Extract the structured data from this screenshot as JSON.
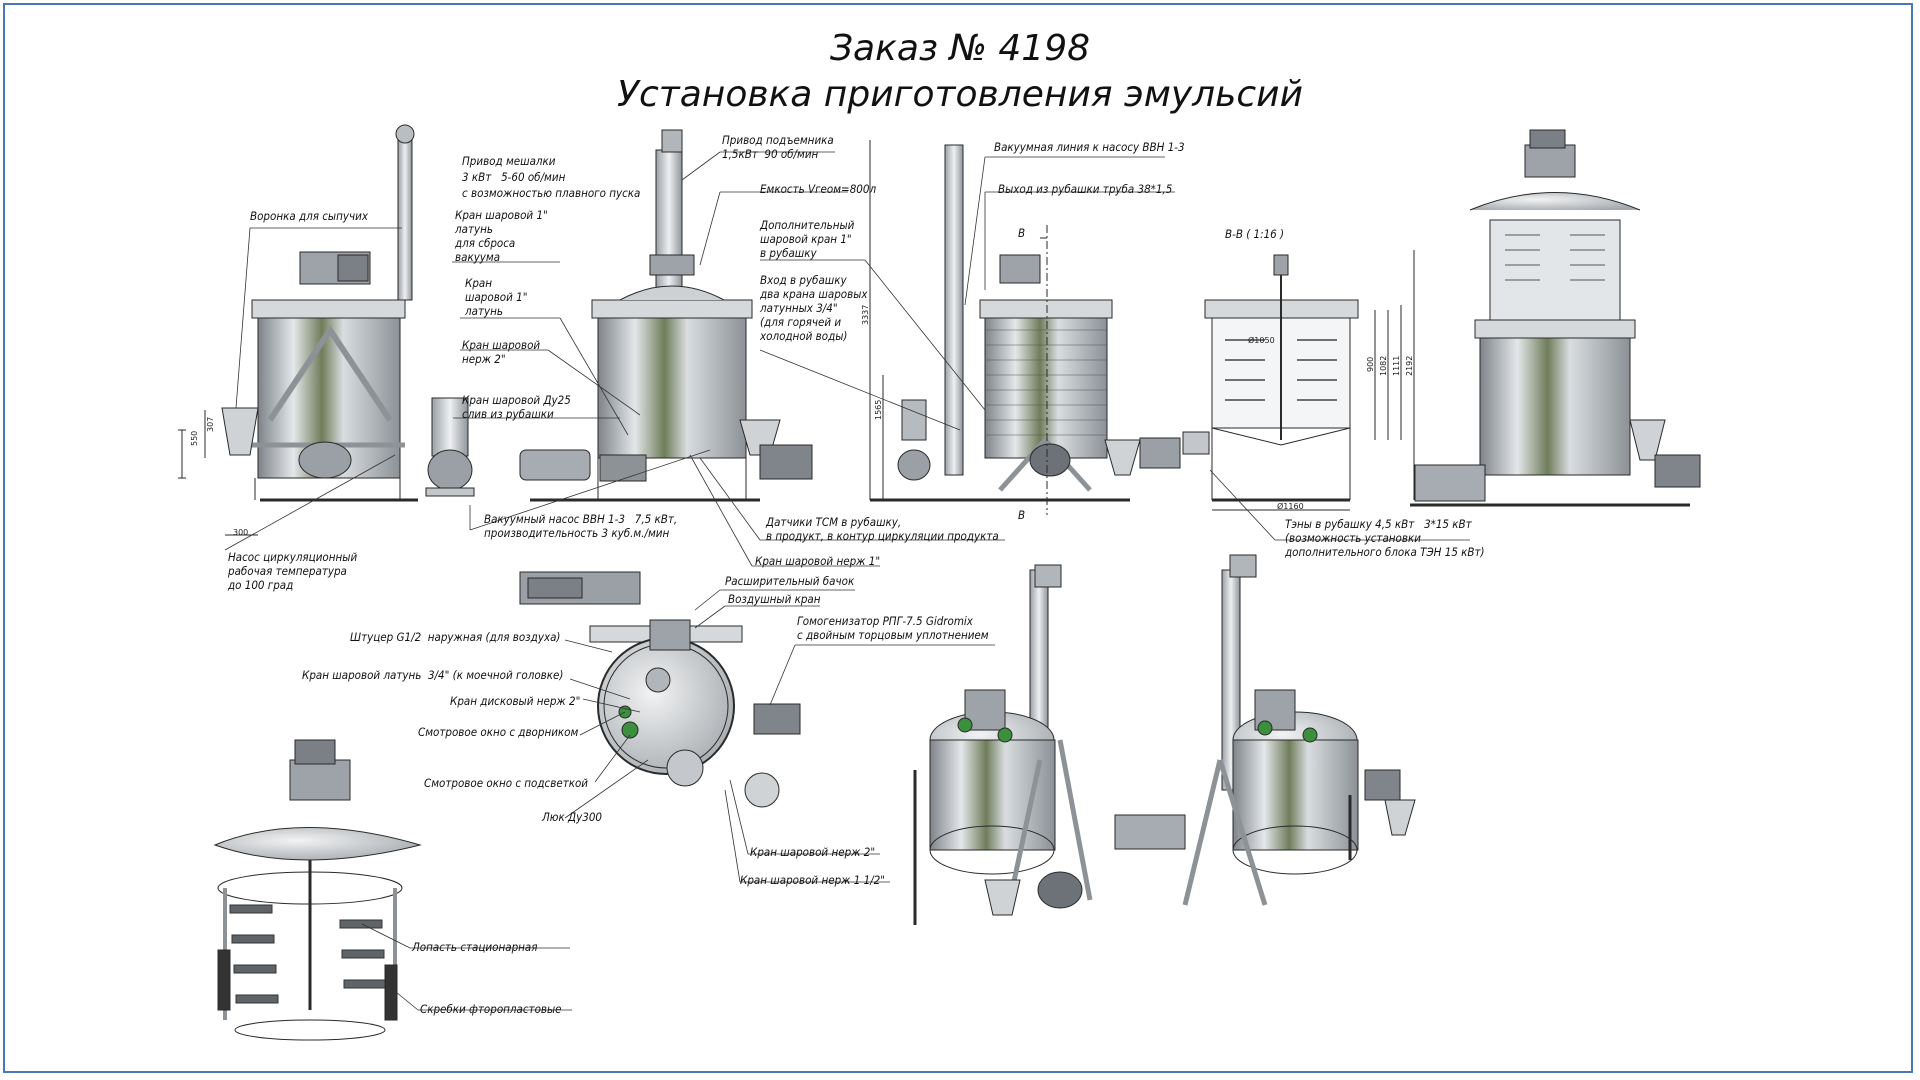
{
  "header": {
    "order": "Заказ № 4198",
    "title": "Установка приготовления эмульсий"
  },
  "labels": {
    "funnel": "Воронка для сыпучих",
    "mixer_drive": "Привод мешалки\n3 кВт   5-60 об/мин\nс возможностью плавного пуска",
    "ball_valve_brass_vac": "Кран шаровой 1\"\nлатунь\nдля сброса\nвакуума",
    "ball_valve_brass": "Кран\nшаровой 1\"\nлатунь",
    "ball_valve_ss2": "Кран шаровой\nнерж 2\"",
    "ball_valve_du25": "Кран шаровой Ду25\nслив из рубашки",
    "lift_drive": "Привод подъемника\n1,5кВт  90 об/мин",
    "tank_volume": "Емкость Vгеом=800л",
    "extra_valve_jacket": "Дополнительный\nшаровой кран 1\"\nв рубашку",
    "jacket_inlet": "Вход в рубашку\nдва крана шаровых\nлатунных 3/4\"\n(для горячей и\nхолодной воды)",
    "vacuum_line": "Вакуумная линия к насосу ВВН 1-3",
    "jacket_outlet": "Выход из рубашки труба 38*1,5",
    "vacuum_pump": "Вакуумный насос ВВН 1-3   7,5 кВт,\nпроизводительность 3 куб.м./мин",
    "circ_pump": "Насос циркуляционный\nрабочая температура\nдо 100 град",
    "sensors": "Датчики ТСМ в рубашку,\nв продукт, в контур циркуляции продукта",
    "ball_valve_ss1": "Кран шаровой нерж 1\"",
    "heaters": "Тэны в рубашку 4,5 кВт   3*15 кВт\n(возможность установки\nдополнительного блока ТЭН 15 кВт)",
    "section": "В-В ( 1:16 )",
    "expansion_tank": "Расширительный бачок",
    "air_valve": "Воздушный кран",
    "homogenizer": "Гомогенизатор РПГ-7.5 Gidromix\nс двойным торцовым уплотнением",
    "air_fitting": "Штуцер G1/2  наружная (для воздуха)",
    "wash_valve": "Кран шаровой латунь  3/4\" (к моечной головке)",
    "disc_valve": "Кран дисковый нерж 2\"",
    "sight_wiper": "Смотровое окно с дворником",
    "sight_light": "Смотровое окно с подсветкой",
    "hatch": "Люк Ду300",
    "ball_valve_ss2b": "Кран шаровой нерж 2\"",
    "ball_valve_ss15": "Кран шаровой нерж 1 1/2\"",
    "blade": "Лопасть стационарная",
    "scrapers": "Скребки фторопластовые"
  },
  "dims": {
    "d550": "550",
    "d307": "307",
    "d300": "300",
    "d3337": "3337",
    "d1565": "1565",
    "d1050": "Ø1050",
    "d1160": "Ø1160",
    "d900": "900",
    "d1082": "1082",
    "d1111": "1111",
    "d2192": "2192",
    "secB1": "В",
    "secB2": "В"
  },
  "colors": {
    "frame": "#4a78b5",
    "line": "#2a2a2a",
    "steel": "#c9cdd1",
    "steel_dark": "#8d9297",
    "glass": "#5d7a4a"
  }
}
